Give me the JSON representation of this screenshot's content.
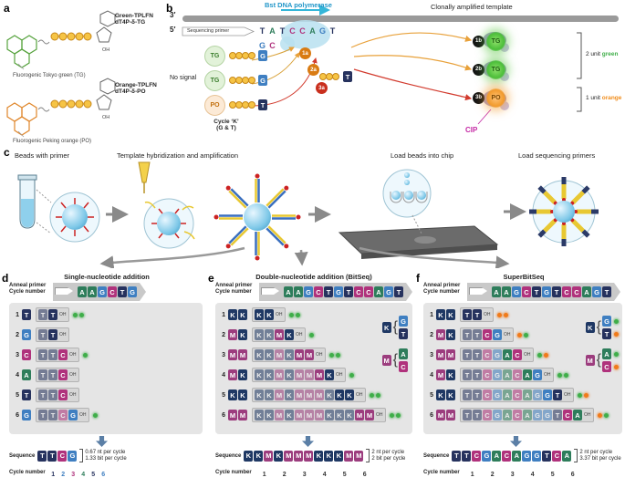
{
  "labels": {
    "oh": "OH"
  },
  "panel_a": {
    "label": "a",
    "green_name_1": "Green-TPLFN",
    "green_name_2": "dT4P-&#948;-TG",
    "green_fluor": "Fluorogenic Tokyo green (TG)",
    "orange_name_1": "Orange-TPLFN",
    "orange_name_2": "dT4P-&#948;-PO",
    "orange_fluor": "Fluorogenic Peking orange (PO)"
  },
  "panel_b": {
    "label": "b",
    "bst": "Bst DNA polymerase",
    "clonal": "Clonally amplified template",
    "seq_primer": "Sequencing primer",
    "p3": "3′",
    "p5": "5′",
    "template_bases": [
      "T",
      "A",
      "T",
      "C",
      "C",
      "A",
      "G",
      "T"
    ],
    "ext_bases": [
      "G",
      "C"
    ],
    "incoming_base": "T",
    "no_signal": "No signal",
    "cycle_k_1": "Cycle ‘K’",
    "cycle_k_2": "(G & T)",
    "steps_left": [
      "1a",
      "2a",
      "3a"
    ],
    "left_mols": [
      {
        "dye": "TG",
        "base": "G"
      },
      {
        "dye": "TG",
        "base": "G"
      },
      {
        "dye": "PO",
        "base": "T"
      }
    ],
    "released": [
      {
        "dye": "TG",
        "glow": true,
        "step": "1b"
      },
      {
        "dye": "TG",
        "glow": true,
        "step": "2b"
      },
      {
        "dye": "PO",
        "glow": true,
        "step": "3b"
      }
    ],
    "green_unit_num": "2 unit",
    "green_unit_word": "green",
    "orange_unit_num": "1 unit",
    "orange_unit_word": "orange",
    "cip": "CIP"
  },
  "panel_c": {
    "label": "c",
    "stage_1": "Beads with primer",
    "stage_2": "Template hybridization and amplification",
    "stage_3": "Load beads into chip",
    "stage_4": "Load sequencing primers"
  },
  "panel_d": {
    "label": "d",
    "title": "Single-nucleotide addition",
    "anneal": "Anneal primer",
    "cycle_number": "Cycle number",
    "template": [
      "A",
      "A",
      "G",
      "C",
      "T",
      "G"
    ],
    "rows": [
      {
        "n": "1",
        "flows": [
          "T"
        ],
        "chain": [
          "T",
          "T"
        ],
        "dots": [
          "g",
          "g"
        ]
      },
      {
        "n": "2",
        "flows": [
          "G"
        ],
        "chain": [
          "T",
          "T"
        ],
        "dots": []
      },
      {
        "n": "3",
        "flows": [
          "C"
        ],
        "chain": [
          "T",
          "T",
          "C"
        ],
        "dots": [
          "g"
        ]
      },
      {
        "n": "4",
        "flows": [
          "A"
        ],
        "chain": [
          "T",
          "T",
          "C"
        ],
        "dots": []
      },
      {
        "n": "5",
        "flows": [
          "T"
        ],
        "chain": [
          "T",
          "T",
          "C"
        ],
        "dots": []
      },
      {
        "n": "6",
        "flows": [
          "G"
        ],
        "chain": [
          "T",
          "T",
          "C",
          "G"
        ],
        "dots": [
          "g"
        ]
      }
    ],
    "sequence_label": "Sequence",
    "sequence": [
      "T",
      "T",
      "C",
      "G"
    ],
    "rate_nt": "0.67 nt per cycle",
    "rate_bit": "1.33 bit per cycle",
    "cycle_number_bottom": "Cycle number",
    "cycle_digits": [
      {
        "t": "1",
        "c": "#26325e"
      },
      {
        "t": "2",
        "c": "#3f7fc1"
      },
      {
        "t": "3",
        "c": "#b0327c"
      },
      {
        "t": "4",
        "c": "#2e7d5b"
      },
      {
        "t": "5",
        "c": "#26325e"
      },
      {
        "t": "6",
        "c": "#3f7fc1"
      }
    ]
  },
  "panel_e": {
    "label": "e",
    "title": "Double-nucleotide addition (BitSeq)",
    "anneal": "Anneal primer",
    "cycle_number": "Cycle number",
    "template": [
      "A",
      "A",
      "G",
      "C",
      "T",
      "G",
      "T",
      "C",
      "C",
      "A",
      "G",
      "T"
    ],
    "rows": [
      {
        "n": "1",
        "flows": [
          "K",
          "K"
        ],
        "chain": [
          "K",
          "K"
        ],
        "dots": [
          "g",
          "g"
        ]
      },
      {
        "n": "2",
        "flows": [
          "M",
          "K"
        ],
        "chain": [
          "K",
          "K",
          "M",
          "K"
        ],
        "dots": [
          "g"
        ]
      },
      {
        "n": "3",
        "flows": [
          "M",
          "M"
        ],
        "chain": [
          "K",
          "K",
          "M",
          "K",
          "M",
          "M"
        ],
        "dots": [
          "g",
          "g"
        ]
      },
      {
        "n": "4",
        "flows": [
          "M",
          "K"
        ],
        "chain": [
          "K",
          "K",
          "M",
          "K",
          "M",
          "M",
          "M",
          "K"
        ],
        "dots": [
          "g"
        ]
      },
      {
        "n": "5",
        "flows": [
          "K",
          "K"
        ],
        "chain": [
          "K",
          "K",
          "M",
          "K",
          "M",
          "M",
          "M",
          "K",
          "K",
          "K"
        ],
        "dots": [
          "g",
          "g"
        ]
      },
      {
        "n": "6",
        "flows": [
          "M",
          "M"
        ],
        "chain": [
          "K",
          "K",
          "M",
          "K",
          "M",
          "M",
          "M",
          "K",
          "K",
          "K",
          "M",
          "M"
        ],
        "dots": [
          "g",
          "g"
        ]
      }
    ],
    "legend": [
      {
        "code": "K",
        "bases": [
          "G",
          "T"
        ]
      },
      {
        "code": "M",
        "bases": [
          "A",
          "C"
        ]
      }
    ],
    "sequence_label": "Sequence",
    "sequence": [
      "K",
      "K",
      "M",
      "K",
      "M",
      "M",
      "M",
      "K",
      "K",
      "K",
      "M",
      "M"
    ],
    "rate_nt": "2 nt per cycle",
    "rate_bit": "2 bit per cycle",
    "cycle_number_bottom": "Cycle number",
    "cycle_digits": [
      {
        "t": "1",
        "c": "#333333"
      },
      {
        "t": "2",
        "c": "#333333"
      },
      {
        "t": "3",
        "c": "#333333"
      },
      {
        "t": "4",
        "c": "#333333"
      },
      {
        "t": "5",
        "c": "#333333"
      },
      {
        "t": "6",
        "c": "#333333"
      }
    ]
  },
  "panel_f": {
    "label": "f",
    "title": "SuperBitSeq",
    "anneal": "Anneal primer",
    "cycle_number": "Cycle number",
    "template": [
      "A",
      "A",
      "G",
      "C",
      "T",
      "G",
      "T",
      "C",
      "C",
      "A",
      "G",
      "T"
    ],
    "rows": [
      {
        "n": "1",
        "flows": [
          "K",
          "K"
        ],
        "chain": [
          "T",
          "T"
        ],
        "dots": [
          "o",
          "o"
        ]
      },
      {
        "n": "2",
        "flows": [
          "M",
          "K"
        ],
        "chain": [
          "T",
          "T",
          "C",
          "G"
        ],
        "dots": [
          "o",
          "g"
        ]
      },
      {
        "n": "3",
        "flows": [
          "M",
          "M"
        ],
        "chain": [
          "T",
          "T",
          "C",
          "G",
          "A",
          "C"
        ],
        "dots": [
          "g",
          "o"
        ]
      },
      {
        "n": "4",
        "flows": [
          "M",
          "K"
        ],
        "chain": [
          "T",
          "T",
          "C",
          "G",
          "A",
          "C",
          "A",
          "G"
        ],
        "dots": [
          "g",
          "g"
        ]
      },
      {
        "n": "5",
        "flows": [
          "K",
          "K"
        ],
        "chain": [
          "T",
          "T",
          "C",
          "G",
          "A",
          "C",
          "A",
          "G",
          "G",
          "T"
        ],
        "dots": [
          "g",
          "o"
        ]
      },
      {
        "n": "6",
        "flows": [
          "M",
          "M"
        ],
        "chain": [
          "T",
          "T",
          "C",
          "G",
          "A",
          "C",
          "A",
          "G",
          "G",
          "T",
          "C",
          "A"
        ],
        "dots": [
          "o",
          "g"
        ]
      }
    ],
    "legend": [
      {
        "code": "K",
        "bases": [
          "G",
          "T"
        ],
        "dots": [
          "g",
          "o"
        ]
      },
      {
        "code": "M",
        "bases": [
          "A",
          "C"
        ],
        "dots": [
          "g",
          "o"
        ]
      }
    ],
    "sequence_label": "Sequence",
    "sequence": [
      "T",
      "T",
      "C",
      "G",
      "A",
      "C",
      "A",
      "G",
      "G",
      "T",
      "C",
      "A"
    ],
    "rate_nt": "2 nt per cycle",
    "rate_bit": "3.37 bit per cycle",
    "cycle_number_bottom": "Cycle number",
    "cycle_digits": [
      {
        "t": "1",
        "c": "#333333"
      },
      {
        "t": "2",
        "c": "#333333"
      },
      {
        "t": "3",
        "c": "#333333"
      },
      {
        "t": "4",
        "c": "#333333"
      },
      {
        "t": "5",
        "c": "#333333"
      },
      {
        "t": "6",
        "c": "#333333"
      }
    ]
  }
}
